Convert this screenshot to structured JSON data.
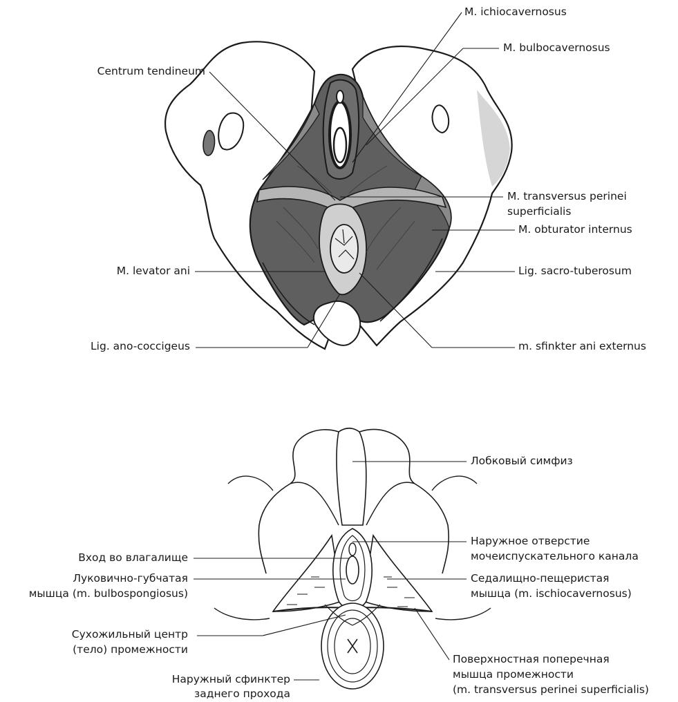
{
  "top_figure": {
    "labels": {
      "ichiocavernosus": "M. ichiocavernosus",
      "bulbocavernosus": "M. bulbocavernosus",
      "centrum_tendineum": "Centrum tendineum",
      "transversus_line1": "M. transversus perinei",
      "transversus_line2": "superficialis",
      "obturator": "M. obturator internus",
      "levator_ani": "M. levator ani",
      "sacro_tuberosum": "Lig. sacro-tuberosum",
      "ano_coccigeus": "Lig. ano-coccigeus",
      "sfinkter": "m. sfinkter ani externus"
    }
  },
  "bottom_figure": {
    "labels": {
      "symphysis": "Лобковый симфиз",
      "urethra_line1": "Наружное отверстие",
      "urethra_line2": "мочеиспускательного канала",
      "vagina": "Вход во влагалище",
      "bulbospongiosus_line1": "Луковично-губчатая",
      "bulbospongiosus_line2": "мышца (m. bulbospongiosus)",
      "ischiocavernosus_line1": "Седалищно-пещеристая",
      "ischiocavernosus_line2": "мышца (m. ischiocavernosus)",
      "center_line1": "Сухожильный центр",
      "center_line2": "(тело) промежности",
      "transversus_line1": "Поверхностная поперечная",
      "transversus_line2": "мышца промежности",
      "transversus_line3": "(m. transversus perinei superficialis)",
      "sphincter_line1": "Наружный сфинктер",
      "sphincter_line2": "заднего прохода"
    }
  }
}
